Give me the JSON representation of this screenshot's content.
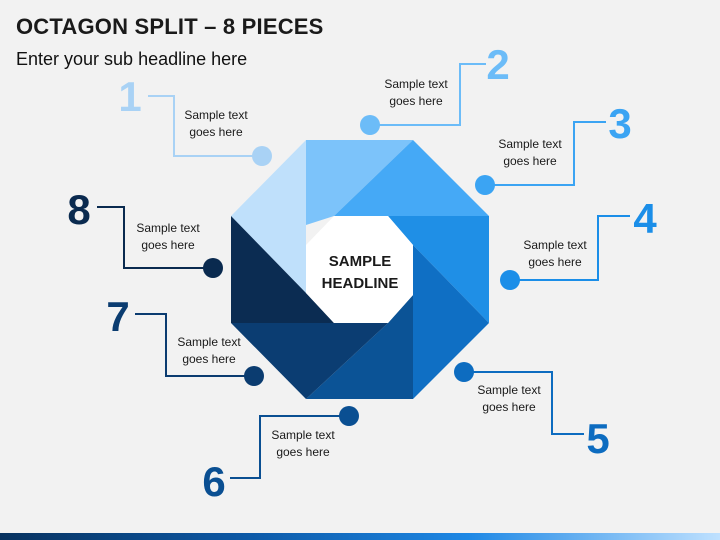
{
  "header": {
    "title": "OCTAGON SPLIT – 8 PIECES",
    "subtitle": "Enter your sub headline here"
  },
  "center": {
    "line1": "SAMPLE",
    "line2": "HEADLINE"
  },
  "items": [
    {
      "number": "1",
      "line1": "Sample text",
      "line2": "goes here",
      "color": "#a9d2f5"
    },
    {
      "number": "2",
      "line1": "Sample text",
      "line2": "goes here",
      "color": "#6cbcf8"
    },
    {
      "number": "3",
      "line1": "Sample text",
      "line2": "goes here",
      "color": "#3ba4f3"
    },
    {
      "number": "4",
      "line1": "Sample text",
      "line2": "goes here",
      "color": "#1b8ee8"
    },
    {
      "number": "5",
      "line1": "Sample text",
      "line2": "goes here",
      "color": "#0d6cc0"
    },
    {
      "number": "6",
      "line1": "Sample text",
      "line2": "goes here",
      "color": "#0a4f92"
    },
    {
      "number": "7",
      "line1": "Sample text",
      "line2": "goes here",
      "color": "#0b3c70"
    },
    {
      "number": "8",
      "line1": "Sample text",
      "line2": "goes here",
      "color": "#0a2a4f"
    }
  ]
}
